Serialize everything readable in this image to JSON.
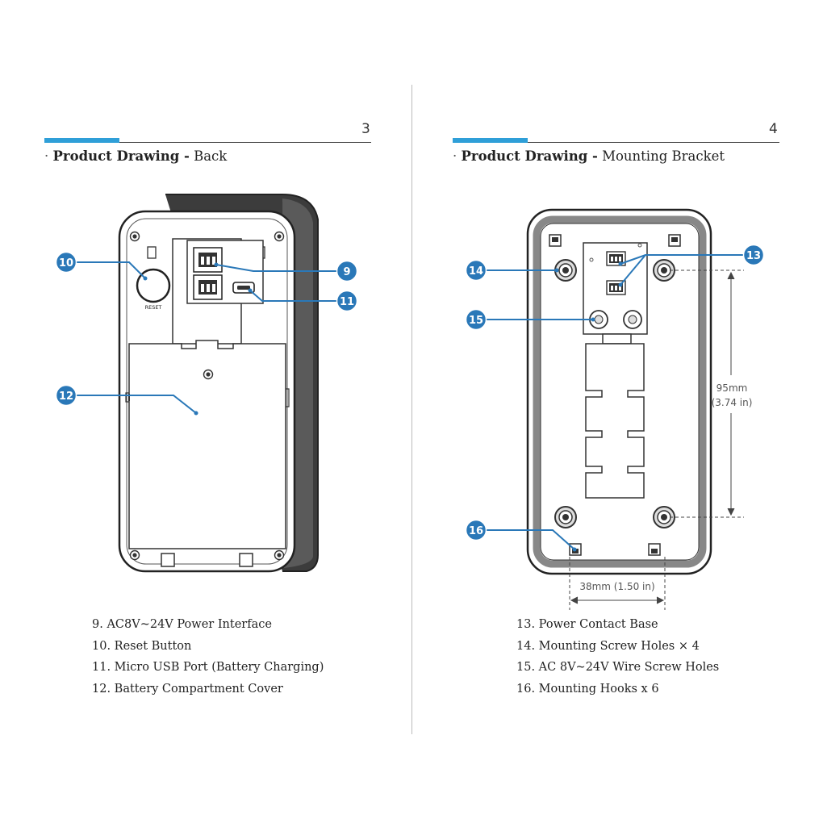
{
  "left": {
    "page_number": "3",
    "title_bold": "Product Drawing -",
    "title_rest": " Back",
    "reset_label": "RESET",
    "callouts": {
      "c9": "9",
      "c10": "10",
      "c11": "11",
      "c12": "12"
    },
    "legend": [
      "9. AC8V~24V Power Interface",
      "10. Reset Button",
      "11. Micro USB Port (Battery Charging)",
      "12. Battery Compartment Cover"
    ]
  },
  "right": {
    "page_number": "4",
    "title_bold": "Product Drawing -",
    "title_rest": " Mounting Bracket",
    "callouts": {
      "c13": "13",
      "c14": "14",
      "c15": "15",
      "c16": "16"
    },
    "dim_height_mm": "95mm",
    "dim_height_in": "(3.74 in)",
    "dim_width": "38mm (1.50 in)",
    "legend": [
      "13. Power Contact Base",
      "14. Mounting Screw Holes × 4",
      "15. AC 8V~24V Wire Screw Holes",
      "16. Mounting Hooks x 6"
    ]
  },
  "colors": {
    "accent": "#2f9fd8",
    "callout": "#2a78b8",
    "line": "#333333"
  }
}
